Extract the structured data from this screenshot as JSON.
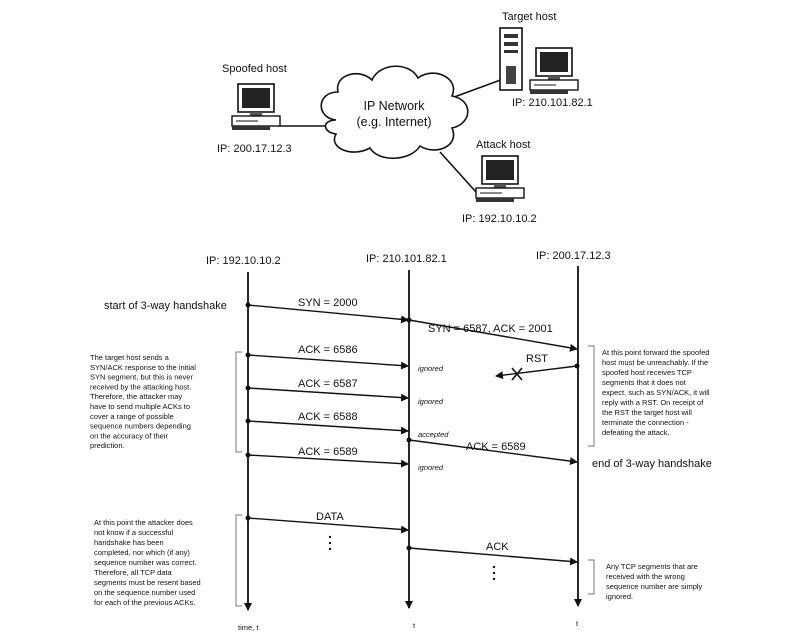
{
  "network": {
    "spoofed": {
      "name": "Spoofed host",
      "ip": "IP:  200.17.12.3"
    },
    "target": {
      "name": "Target host",
      "ip": "IP:  210.101.82.1"
    },
    "attack": {
      "name": "Attack host",
      "ip": "IP:  192.10.10.2"
    },
    "cloud": {
      "line1": "IP Network",
      "line2": "(e.g. Internet)"
    }
  },
  "timeline": {
    "headers": [
      "IP:  192.10.10.2",
      "IP:  210.101.82.1",
      "IP:  200.17.12.3"
    ],
    "time_labels": [
      "time, t",
      "t",
      "t"
    ],
    "start_label": "start of 3-way handshake",
    "end_label": "end of 3-way handshake"
  },
  "messages": {
    "syn": "SYN = 2000",
    "synack": "SYN = 6587, ACK = 2001",
    "ack1": "ACK = 6586",
    "ack2": "ACK = 6587",
    "ack3": "ACK = 6588",
    "ack4": "ACK = 6589",
    "ack_fwd": "ACK = 6589",
    "rst": "RST",
    "data": "DATA",
    "ack": "ACK"
  },
  "status": {
    "ignored1": "ignored",
    "ignored2": "ignored",
    "accepted": "accepted",
    "ignored3": "ignored"
  },
  "notes": {
    "left_top": [
      "The target host sends a",
      "SYN/ACK response to the initial",
      "SYN segment, but this is never",
      "received by the attacking host.",
      "Therefore, the attacker may",
      "have to send multiple ACKs to",
      "cover a  range of possible",
      "sequence numbers depending",
      "on the accuracy of their",
      "prediction."
    ],
    "left_bottom": [
      "At this point the attacker does",
      "not know if a successful",
      "handshake has been",
      "completed, nor which (if any)",
      "sequence number was correct.",
      "Therefore, all TCP data",
      "segments must be resent based",
      "on the sequence number used",
      "for each of the previous ACKs."
    ],
    "right_top": [
      "At this point forward the spoofed",
      "host must be unreachably. If the",
      "spoofed host receives TCP",
      "segments that it does not",
      "expect, such as SYN/ACK, it will",
      "reply with a RST. On receipt of",
      "the RST the target host will",
      "terminate the connection -",
      "defeating the attack."
    ],
    "right_bottom": [
      "Any TCP segments that are",
      "received with the wrong",
      "sequence number are simply",
      "ignored."
    ]
  }
}
